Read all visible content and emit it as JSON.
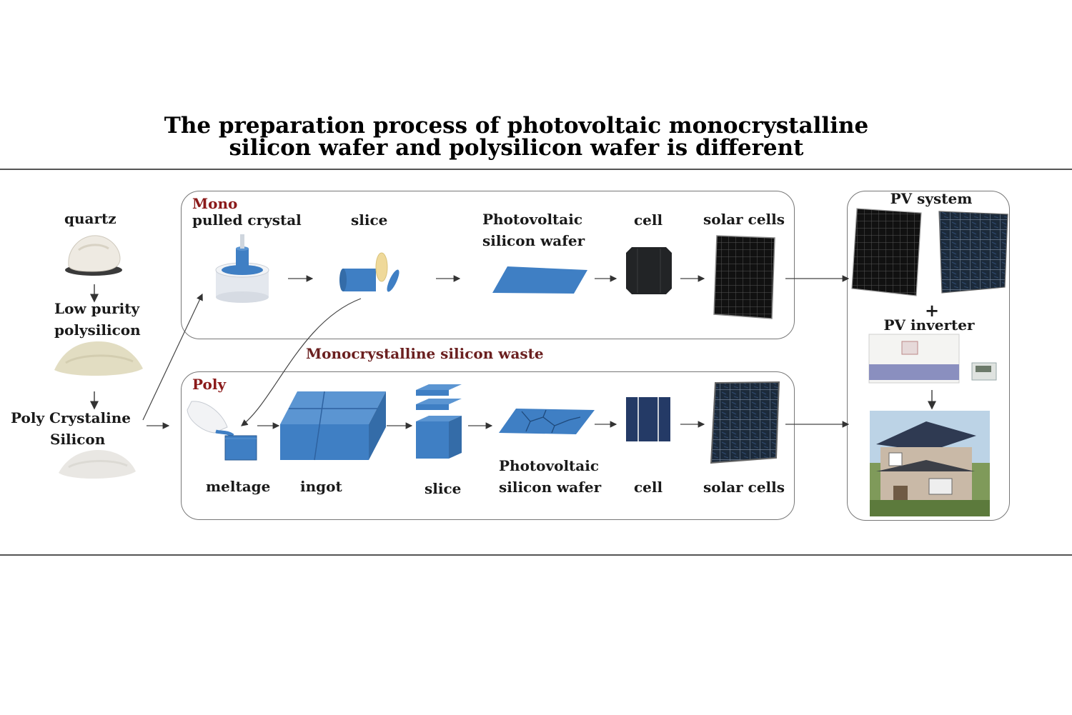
{
  "title": {
    "line1": "The preparation process of photovoltaic monocrystalline",
    "line2": "silicon wafer and polysilicon wafer is different"
  },
  "raw": {
    "quartz": "quartz",
    "low_purity_1": "Low purity",
    "low_purity_2": "polysilicon",
    "poly_cryst_1": "Poly Crystaline",
    "poly_cryst_2": "Silicon"
  },
  "mono": {
    "heading": "Mono",
    "pulled_crystal": "pulled crystal",
    "slice": "slice",
    "wafer_1": "Photovoltaic",
    "wafer_2": "silicon wafer",
    "cell": "cell",
    "solar_cells": "solar cells"
  },
  "waste_label": "Monocrystalline silicon waste",
  "poly": {
    "heading": "Poly",
    "meltage": "meltage",
    "ingot": "ingot",
    "slice": "slice",
    "wafer_1": "Photovoltaic",
    "wafer_2": "silicon wafer",
    "cell": "cell",
    "solar_cells": "solar cells"
  },
  "system": {
    "pv_system": "PV system",
    "plus": "+",
    "pv_inverter": "PV inverter"
  },
  "colors": {
    "silicon_blue": "#3f7fc4",
    "heading_red": "#8b1a1a"
  }
}
